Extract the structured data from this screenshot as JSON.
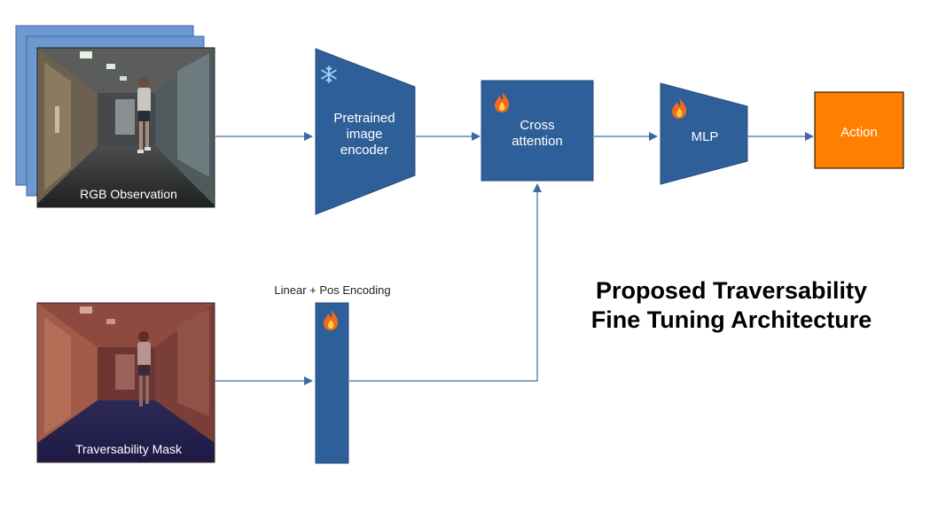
{
  "inputs": {
    "rgb_label": "RGB Observation",
    "mask_label": "Traversability Mask"
  },
  "blocks": {
    "encoder_label": [
      "Pretrained",
      "image",
      "encoder"
    ],
    "encoder_state": "frozen",
    "encoder_icon": "snowflake-icon",
    "linear_label": "Linear + Pos Encoding",
    "linear_state": "trainable",
    "cross_attention_label": [
      "Cross",
      "attention"
    ],
    "cross_attention_state": "trainable",
    "mlp_label": "MLP",
    "mlp_state": "trainable",
    "action_label": "Action",
    "trainable_icon": "flame-icon"
  },
  "title": [
    "Proposed Traversability",
    "Fine Tuning Architecture"
  ],
  "colors": {
    "block_blue": "#2f5f98",
    "stack_blue": "#6d98d0",
    "arrow": "#3d6aa5",
    "action_orange": "#ff7f00",
    "flame": "#f26a1b",
    "mask_tint": "#b03a30"
  }
}
